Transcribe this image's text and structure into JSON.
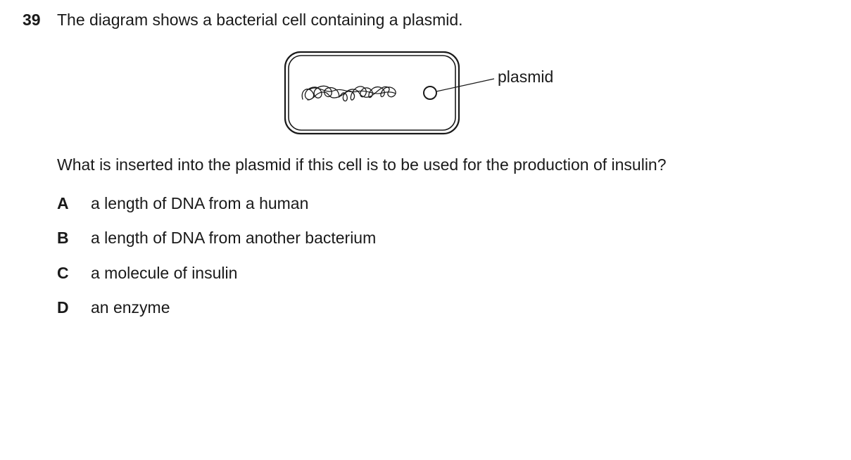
{
  "question": {
    "number": "39",
    "stem": "The diagram shows a bacterial cell containing a plasmid.",
    "prompt": "What is inserted into the plasmid if this cell is to be used for the production of insulin?"
  },
  "diagram": {
    "plasmid_label": "plasmid"
  },
  "options": [
    {
      "letter": "A",
      "text": "a length of DNA from a human"
    },
    {
      "letter": "B",
      "text": "a length of DNA from another bacterium"
    },
    {
      "letter": "C",
      "text": "a molecule of insulin"
    },
    {
      "letter": "D",
      "text": "an enzyme"
    }
  ]
}
